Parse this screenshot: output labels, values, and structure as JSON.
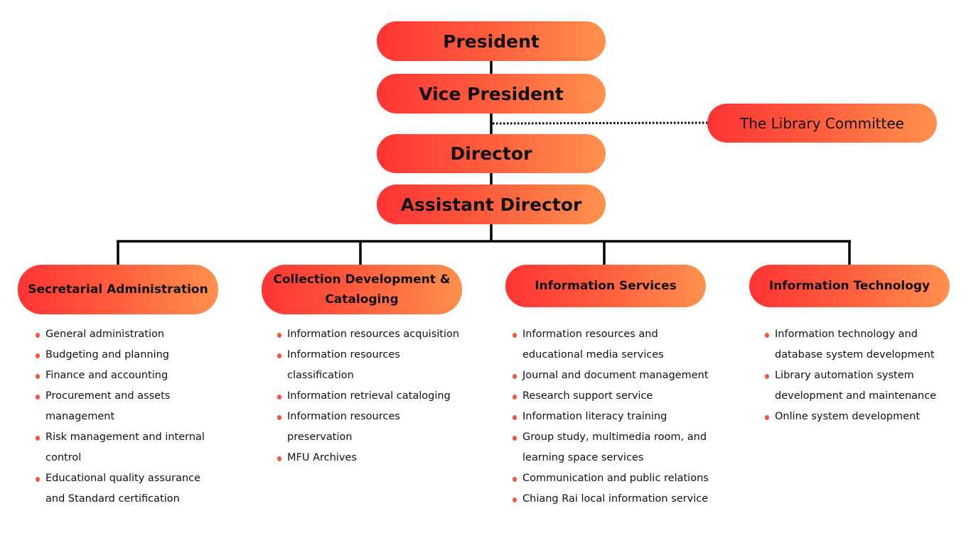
{
  "colors": {
    "gradient_start": "#ff3434",
    "gradient_end": "#ff914d",
    "bullet": "#f4563a",
    "line": "#000000"
  },
  "hierarchy": {
    "president": "President",
    "vice_president": "Vice President",
    "director": "Director",
    "assistant_director": "Assistant Director",
    "committee": "The Library Committee"
  },
  "departments": [
    {
      "title": "Secretarial Administration",
      "items": [
        "General administration",
        "Budgeting and planning",
        "Finance and accounting",
        "Procurement and assets management",
        "Risk management and internal control",
        "Educational quality assurance and Standard certification"
      ]
    },
    {
      "title": "Collection Development & Cataloging",
      "items": [
        "Information resources acquisition",
        "Information resources classification",
        "Information retrieval cataloging",
        "Information resources preservation",
        "MFU Archives"
      ]
    },
    {
      "title": "Information Services",
      "items": [
        "Information resources and educational media services",
        "Journal and document management",
        "Research support service",
        "Information literacy training",
        "Group study, multimedia room, and learning space services",
        "Communication and public relations",
        "Chiang Rai local information service"
      ]
    },
    {
      "title": "Information Technology",
      "items": [
        "Information technology and database system development",
        "Library automation system development and maintenance",
        "Online system development"
      ]
    }
  ]
}
